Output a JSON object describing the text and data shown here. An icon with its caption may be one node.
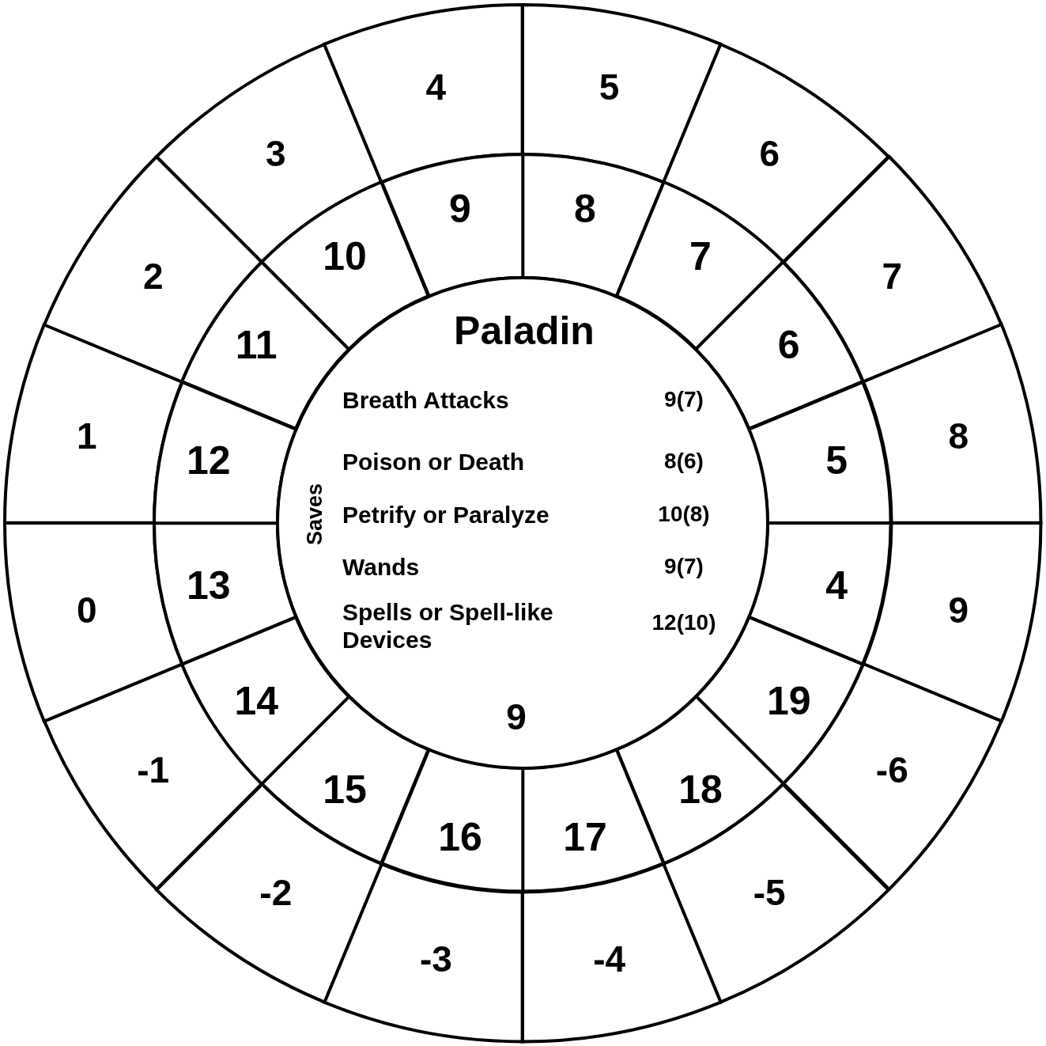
{
  "diagram": {
    "nodes": [
      {
        "text": [
          "5"
        ]
      },
      {
        "text": [
          "6"
        ]
      },
      {
        "text": [
          "7"
        ]
      },
      {
        "text": [
          "8"
        ]
      },
      {
        "text": [
          "9"
        ]
      },
      {
        "text": [
          "-6"
        ]
      },
      {
        "text": [
          "-5"
        ]
      },
      {
        "text": [
          "-4"
        ]
      },
      {
        "text": [
          "-3"
        ]
      },
      {
        "text": [
          "-2"
        ]
      },
      {
        "text": [
          "-1"
        ]
      },
      {
        "text": [
          "0"
        ]
      },
      {
        "text": [
          "1"
        ]
      },
      {
        "text": [
          "2"
        ]
      },
      {
        "text": [
          "3"
        ]
      },
      {
        "text": [
          "4"
        ]
      },
      {
        "text": [
          "8"
        ]
      },
      {
        "text": [
          "7"
        ]
      },
      {
        "text": [
          "6"
        ]
      },
      {
        "text": [
          "5"
        ]
      },
      {
        "text": [
          "4"
        ]
      },
      {
        "text": [
          "19"
        ]
      },
      {
        "text": [
          "18"
        ]
      },
      {
        "text": [
          "17"
        ]
      },
      {
        "text": [
          "16"
        ]
      },
      {
        "text": [
          "15"
        ]
      },
      {
        "text": [
          "14"
        ]
      },
      {
        "text": [
          "13"
        ]
      },
      {
        "text": [
          "12"
        ]
      },
      {
        "text": [
          "11"
        ]
      },
      {
        "text": [
          "10"
        ]
      },
      {
        "text": [
          "9"
        ]
      },
      {
        "text": [
          "Paladin",
          "9"
        ]
      }
    ],
    "labels": [
      "Saves",
      "Breath Attacks",
      "9(7)",
      "Poison or Death",
      "8(6)",
      "Petrify or Paralyze",
      "10(8)",
      "Wands",
      "9(7)",
      "Spells or Spell-like Devices",
      "12(10)"
    ]
  }
}
